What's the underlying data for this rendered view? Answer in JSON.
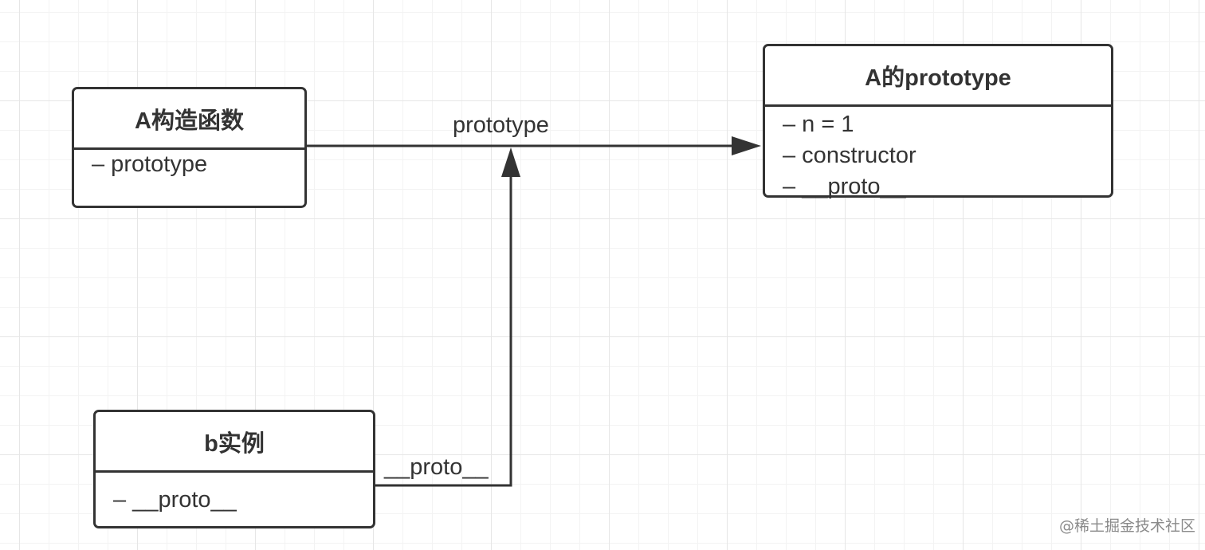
{
  "nodes": {
    "constructor_a": {
      "title": "A构造函数",
      "attributes": [
        "– prototype"
      ]
    },
    "prototype_a": {
      "title": "A的prototype",
      "attributes": [
        "– n = 1",
        "– constructor",
        "– __proto__"
      ]
    },
    "instance_b": {
      "title": "b实例",
      "attributes": [
        "– __proto__"
      ]
    }
  },
  "edges": {
    "prototype_edge": {
      "label": "prototype",
      "from": "A构造函数",
      "to": "A的prototype"
    },
    "proto_edge": {
      "label": "__proto__",
      "from": "b实例",
      "to": "prototype"
    }
  },
  "watermark": "@稀土掘金技术社区",
  "colors": {
    "stroke": "#333333",
    "grid": "#e6e6e6",
    "background": "#ffffff"
  }
}
